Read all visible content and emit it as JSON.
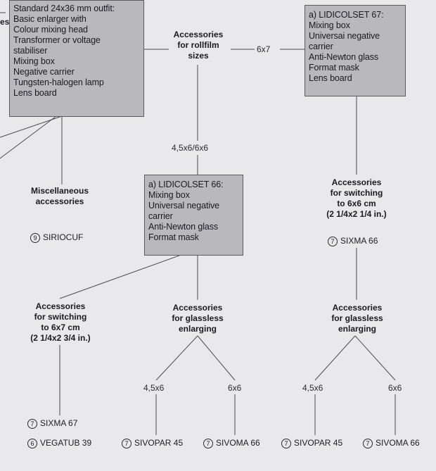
{
  "edge_fragment": "es",
  "boxes": {
    "standard_outfit": {
      "lines": [
        "Standard 24x36 mm outfit:",
        "Basic enlarger with",
        "Colour mixing head",
        "Transformer or voltage",
        "stabiliser",
        "Mixing box",
        "Negative carrier",
        "Tungsten-halogen lamp",
        "Lens board"
      ]
    },
    "lidicolset67": {
      "lines": [
        "a) LIDICOLSET 67:",
        "Mixing box",
        "Universai negative",
        "carrier",
        "Anti-Newton glass",
        "Format mask",
        "Lens board"
      ]
    },
    "lidicolset66": {
      "lines": [
        "a) LIDICOLSET 66:",
        "Mixing box",
        "Universal negative",
        "carrier",
        "Anti-Newton glass",
        "Format mask"
      ]
    }
  },
  "headings": {
    "rollfilm": [
      "Accessories",
      "for rollfilm",
      "sizes"
    ],
    "misc": [
      "Miscellaneous",
      "accessories"
    ],
    "switch_6x6": [
      "Accessories",
      "for switching",
      "to 6x6 cm",
      "(2 1/4x2 1/4 in.)"
    ],
    "switch_6x7": [
      "Accessories",
      "for switching",
      "to 6x7 cm",
      "(2 1/4x2 3/4 in.)"
    ],
    "glassless_mid": [
      "Accessories",
      "for glassless",
      "enlarging"
    ],
    "glassless_right": [
      "Accessories",
      "for glassless",
      "enlarging"
    ]
  },
  "labels": {
    "6x7": "6x7",
    "4_5x6_6x6": "4,5x6/6x6",
    "mid_4_5x6": "4,5x6",
    "mid_6x6": "6x6",
    "right_4_5x6": "4,5x6",
    "right_6x6": "6x6"
  },
  "products": {
    "siriocuf": {
      "num": "9",
      "name": "SIRIOCUF"
    },
    "sixma66": {
      "num": "7",
      "name": "SIXMA 66"
    },
    "sixma67": {
      "num": "7",
      "name": "SIXMA 67"
    },
    "vegatub39": {
      "num": "6",
      "name": "VEGATUB 39"
    },
    "sivopar45_mid": {
      "num": "7",
      "name": "SIVOPAR 45"
    },
    "sivoma66_mid": {
      "num": "7",
      "name": "SIVOMA 66"
    },
    "sivopar45_right": {
      "num": "7",
      "name": "SIVOPAR 45"
    },
    "sivoma66_right": {
      "num": "7",
      "name": "SIVOMA 66"
    }
  }
}
